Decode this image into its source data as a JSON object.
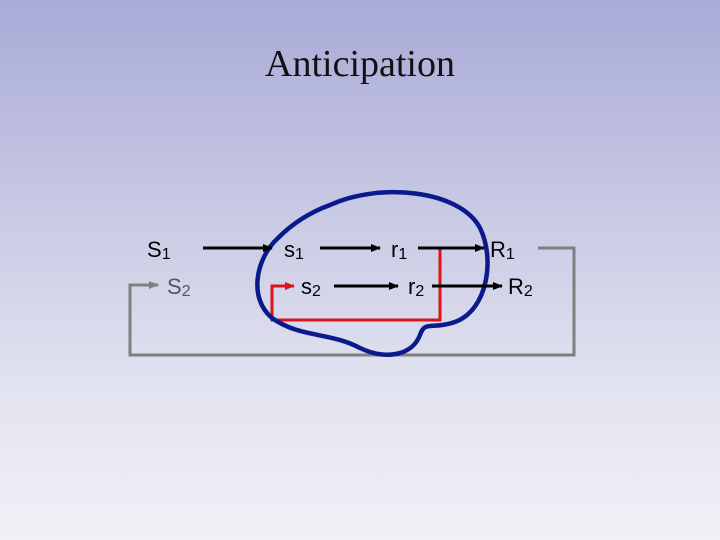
{
  "title": "Anticipation",
  "nodes": [
    {
      "id": "S1",
      "main": "S",
      "sub": "1"
    },
    {
      "id": "S2",
      "main": "S",
      "sub": "2"
    },
    {
      "id": "s1",
      "main": "s",
      "sub": "1"
    },
    {
      "id": "s2",
      "main": "s",
      "sub": "2"
    },
    {
      "id": "r1",
      "main": "r",
      "sub": "1"
    },
    {
      "id": "r2",
      "main": "r",
      "sub": "2"
    },
    {
      "id": "R1",
      "main": "R",
      "sub": "1"
    },
    {
      "id": "R2",
      "main": "R",
      "sub": "2"
    }
  ],
  "colors": {
    "loop_outline": "#0a1a8c",
    "feedback_red": "#d91616",
    "feedback_gray": "#7f7f7f",
    "arrow_black": "#000000",
    "gray_label": "#555555"
  }
}
